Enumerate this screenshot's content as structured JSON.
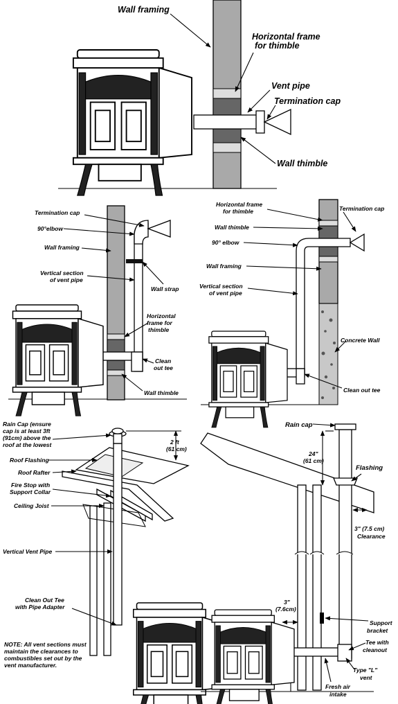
{
  "panel1": {
    "wall_framing": "Wall framing",
    "horizontal_frame_1": "Horizontal frame",
    "horizontal_frame_2": "for thimble",
    "vent_pipe": "Vent pipe",
    "termination_cap": "Termination cap",
    "wall_thimble": "Wall thimble"
  },
  "panel2": {
    "termination_cap": "Termination cap",
    "elbow": "90°elbow",
    "wall_framing": "Wall framing",
    "vertical_section_1": "Vertical section",
    "vertical_section_2": "of vent pipe",
    "wall_strap": "Wall strap",
    "horizontal_frame_1": "Horizontal",
    "horizontal_frame_2": "frame for",
    "horizontal_frame_3": "thimble",
    "clean_out_tee_1": "Clean",
    "clean_out_tee_2": "out tee",
    "wall_thimble": "Wall thimble"
  },
  "panel3": {
    "horizontal_frame_1": "Horizontal frame",
    "horizontal_frame_2": "for thimble",
    "termination_cap": "Termination cap",
    "wall_thimble": "Wall thimble",
    "elbow": "90° elbow",
    "wall_framing": "Wall framing",
    "vertical_section_1": "Vertical section",
    "vertical_section_2": "of vent pipe",
    "concrete_wall": "Concrete Wall",
    "clean_out_tee": "Clean out tee"
  },
  "panel4": {
    "rain_cap_1": "Rain Cap (ensure",
    "rain_cap_2": "cap is at least 3ft",
    "rain_cap_3": "(91cm) above the",
    "rain_cap_4": "roof at the lowest",
    "dim_1": "2 ft",
    "dim_2": "(61 cm)",
    "roof_flashing": "Roof Flashing",
    "roof_rafter": "Roof Rafter",
    "fire_stop_1": "Fire Stop with",
    "fire_stop_2": "Support Collar",
    "ceiling_joist": "Ceiling Joist",
    "vertical_vent_pipe": "Vertical Vent Pipe",
    "clean_out_tee_1": "Clean Out Tee",
    "clean_out_tee_2": "with Pipe Adapter",
    "note_1": "NOTE: All vent sections must",
    "note_2": "maintain the clearances to",
    "note_3": "combustibles set out by the",
    "note_4": "vent manufacturer."
  },
  "panel5": {
    "rain_cap": "Rain cap",
    "dim24_1": "24\"",
    "dim24_2": "(61 cm)",
    "flashing": "Flashing",
    "clearance_1": "3\" (7.5 cm)",
    "clearance_2": "Clearance",
    "dim3_1": "3\"",
    "dim3_2": "(7.6cm)",
    "support_bracket_1": "Support",
    "support_bracket_2": "bracket",
    "tee_1": "Tee with",
    "tee_2": "cleanout",
    "type_l_1": "Type \"L\"",
    "type_l_2": "vent",
    "fresh_air_1": "Fresh air",
    "fresh_air_2": "intake"
  }
}
